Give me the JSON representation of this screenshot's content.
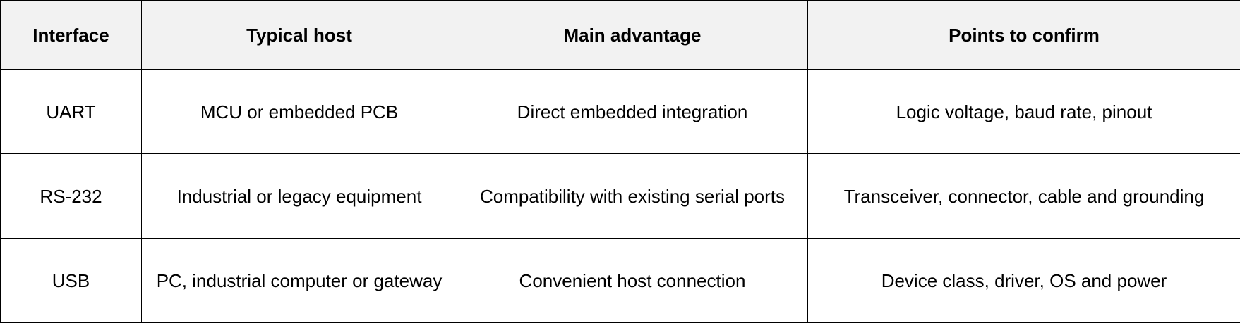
{
  "table": {
    "headers": [
      "Interface",
      "Typical host",
      "Main advantage",
      "Points to confirm"
    ],
    "rows": [
      [
        "UART",
        "MCU or embedded PCB",
        "Direct embedded integration",
        "Logic voltage, baud rate, pinout"
      ],
      [
        "RS-232",
        "Industrial or legacy equipment",
        "Compatibility with existing serial ports",
        "Transceiver, connector, cable and grounding"
      ],
      [
        "USB",
        "PC, industrial computer or gateway",
        "Convenient host connection",
        "Device class, driver, OS and power"
      ]
    ]
  }
}
